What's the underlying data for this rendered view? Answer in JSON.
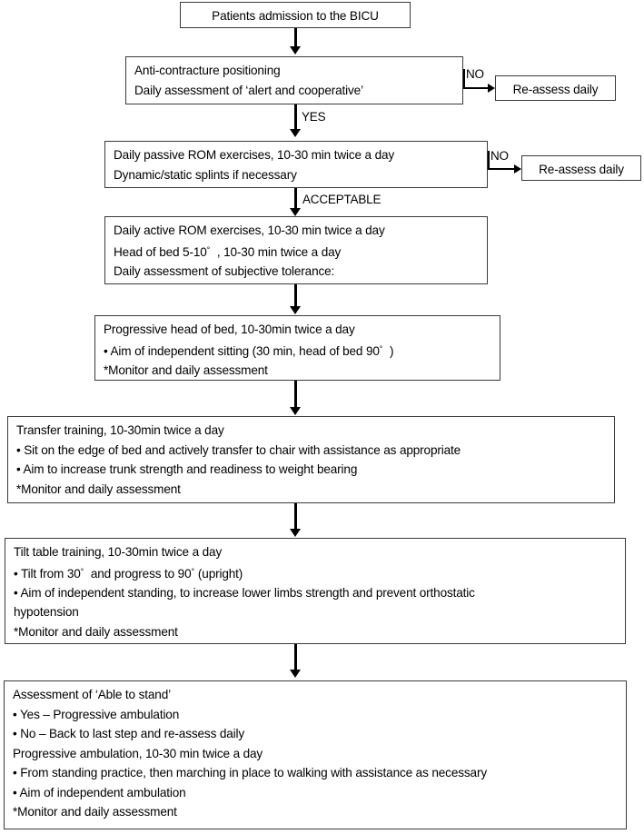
{
  "diagram": {
    "title": "BICU early rehabilitation / mobilisation flowchart",
    "type": "flowchart",
    "colors": {
      "box_border": "#3a3a3a",
      "connector": "#000000",
      "background": "#ffffff",
      "text": "#000000"
    },
    "nodes": [
      {
        "id": "admission",
        "lines": [
          "Patients admission to the BICU"
        ]
      },
      {
        "id": "anti-contracture",
        "lines": [
          "Anti-contracture positioning",
          "Daily assessment of ‘alert and cooperative’"
        ]
      },
      {
        "id": "reassess-1",
        "lines": [
          "Re-assess daily"
        ]
      },
      {
        "id": "passive-rom",
        "lines": [
          "Daily passive ROM exercises, 10-30 min twice a day",
          "Dynamic/static splints if necessary"
        ]
      },
      {
        "id": "reassess-2",
        "lines": [
          "Re-assess daily"
        ]
      },
      {
        "id": "active-rom",
        "lines": [
          "Daily active ROM exercises, 10-30 min twice a day",
          "Head of bed 5-10° , 10-30 min twice a day",
          "Daily assessment of subjective tolerance:"
        ]
      },
      {
        "id": "progressive-head-of-bed",
        "lines": [
          "Progressive head of bed, 10-30min twice a day",
          "• Aim of independent sitting (30 min, head of bed 90° )",
          "*Monitor and daily assessment"
        ]
      },
      {
        "id": "transfer-training",
        "lines": [
          "Transfer training, 10-30min twice a day",
          "• Sit on the edge of bed and actively transfer to chair with assistance as appropriate",
          "• Aim to increase trunk strength and readiness to weight bearing",
          "*Monitor and daily assessment"
        ]
      },
      {
        "id": "tilt-table-training",
        "lines": [
          "Tilt table training, 10-30min twice a day",
          "• Tilt from 30° and progress to 90° (upright)",
          "• Aim of independent standing, to increase lower limbs strength and prevent orthostatic",
          "hypotension",
          "*Monitor and daily assessment"
        ]
      },
      {
        "id": "able-to-stand",
        "lines": [
          "Assessment of ‘Able to stand’",
          "• Yes – Progressive ambulation",
          "• No – Back to last step and re-assess daily",
          "Progressive ambulation, 10-30 min twice a day",
          "• From standing practice, then marching in place to walking with assistance as necessary",
          "• Aim of independent ambulation",
          "*Monitor and daily assessment"
        ]
      }
    ],
    "edge_labels": {
      "no_1": "NO",
      "yes_1": "YES",
      "no_2": "NO",
      "acceptable": "ACCEPTABLE"
    }
  }
}
